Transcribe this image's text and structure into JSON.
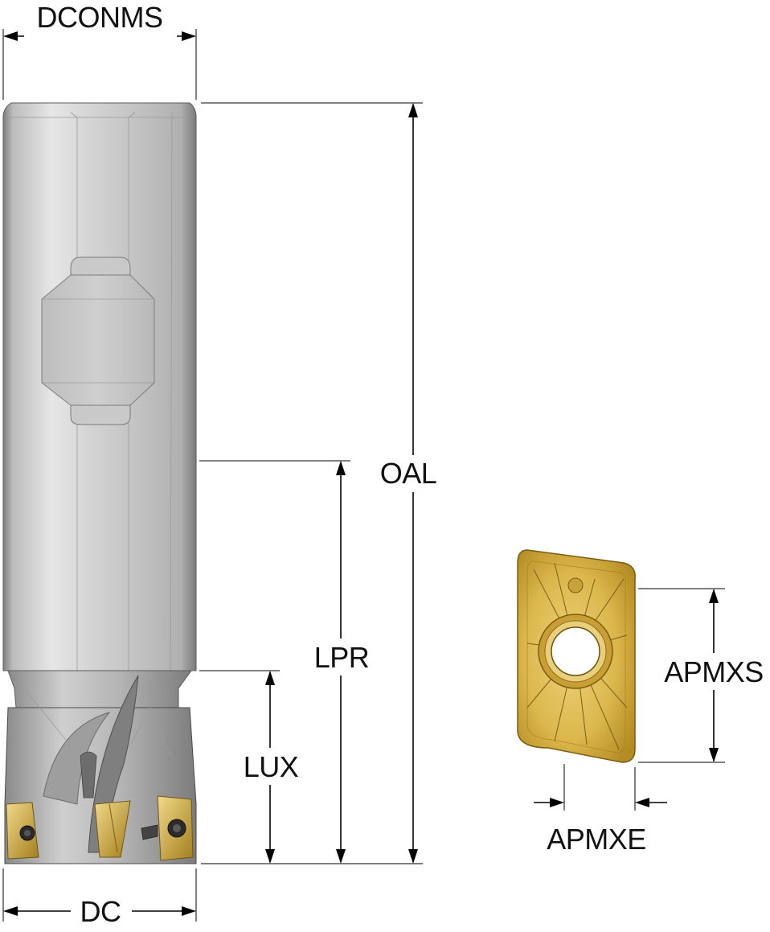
{
  "dimensions": {
    "dconms": "DCONMS",
    "oal": "OAL",
    "lpr": "LPR",
    "lux": "LUX",
    "dc": "DC",
    "apmxs": "APMXS",
    "apmxe": "APMXE"
  },
  "colors": {
    "shank_light": "#d8d8d8",
    "shank_mid": "#bdbdbd",
    "shank_dark": "#8c8c8c",
    "insert_gold": "#d9b44a",
    "insert_dark": "#a8831f",
    "line": "#000000"
  }
}
